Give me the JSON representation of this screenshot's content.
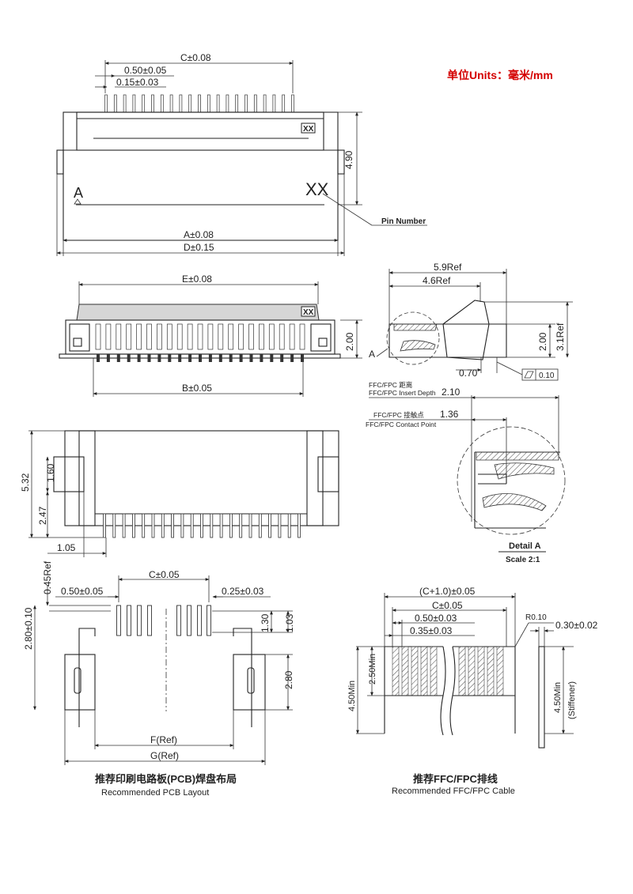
{
  "header": {
    "units_label": "单位Units：毫米/mm",
    "units_color": "#d40000"
  },
  "top_view": {
    "dim_c": "C±0.08",
    "dim_pitch": "0.50±0.05",
    "dim_pin_width": "0.15±0.03",
    "dim_height": "4.90",
    "dim_a": "A±0.08",
    "dim_d": "D±0.15",
    "marker_a": "A",
    "marker_xx": "XX",
    "pin_number_label": "Pin Number"
  },
  "front_view": {
    "dim_e": "E±0.08",
    "dim_b": "B±0.05",
    "dim_height": "2.00",
    "marker_xx": "XX"
  },
  "side_view": {
    "dim_5_9": "5.9Ref",
    "dim_4_6": "4.6Ref",
    "dim_3_1": "3.1Ref",
    "dim_2_00": "2.00",
    "dim_0_70": "0.70",
    "flatness": "0.10",
    "label_a": "A"
  },
  "detail_a": {
    "insert_depth_cn": "FFC/FPC 距离",
    "insert_depth_en": "FFC/FPC Insert Depth",
    "insert_depth_value": "2.10",
    "contact_cn": "FFC/FPC 接触点",
    "contact_en": "FFC/FPC Contact Point",
    "contact_value": "1.36",
    "title": "Detail A",
    "scale": "Scale 2:1"
  },
  "bottom_view": {
    "dim_5_32": "5.32",
    "dim_1_60": "1.60",
    "dim_2_47": "2.47",
    "dim_1_05": "1.05"
  },
  "pcb_layout": {
    "dim_045": "0.45Ref",
    "dim_280_010": "2.80±0.10",
    "dim_pitch": "0.50±0.05",
    "dim_c": "C±0.05",
    "dim_pad_width": "0.25±0.03",
    "dim_130": "1.30",
    "dim_103": "1.03",
    "dim_280": "2.80",
    "dim_f": "F(Ref)",
    "dim_g": "G(Ref)",
    "title_cn": "推荐印刷电路板(PCB)焊盘布局",
    "title_en": "Recommended PCB Layout"
  },
  "ffc_cable": {
    "dim_c_plus": "(C+1.0)±0.05",
    "dim_c": "C±0.05",
    "dim_pitch": "0.50±0.03",
    "dim_width": "0.35±0.03",
    "dim_r": "R0.10",
    "dim_thick": "0.30±0.02",
    "dim_250": "2.50Min",
    "dim_450": "4.50Min",
    "dim_stiff": "4.50Min",
    "dim_stiff_label": "(Stiffener)",
    "title_cn": "推荐FFC/FPC排线",
    "title_en": "Recommended FFC/FPC Cable"
  }
}
